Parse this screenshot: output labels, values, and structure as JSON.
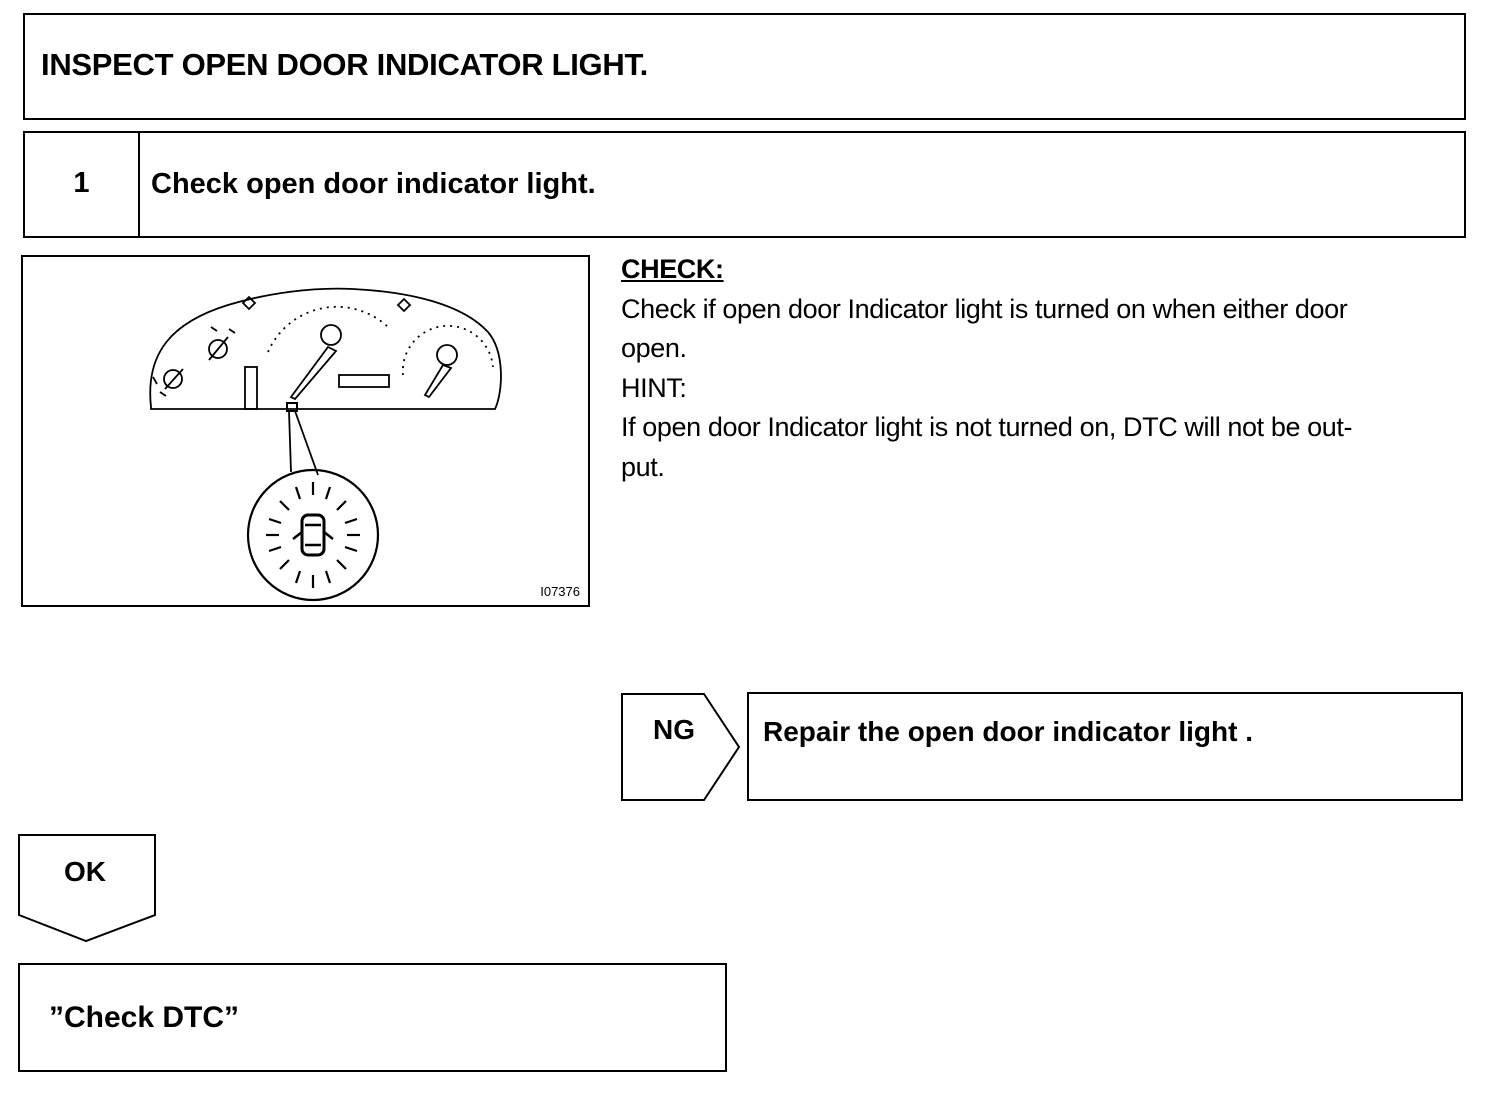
{
  "title": "INSPECT OPEN DOOR INDICATOR LIGHT.",
  "step": {
    "number": "1",
    "text": "Check open door indicator light."
  },
  "figure": {
    "id": "I07376",
    "icon": "dashboard-open-door-warning-light"
  },
  "check": {
    "heading": "CHECK:",
    "lines": [
      "Check if open door Indicator light is turned on when either door",
      "open.",
      "HINT:",
      "If open door Indicator light is not turned on, DTC will not be out-",
      "put."
    ]
  },
  "ng": {
    "label": "NG",
    "action": "Repair the open door indicator light ."
  },
  "ok": {
    "label": "OK",
    "next": "”Check DTC”"
  }
}
